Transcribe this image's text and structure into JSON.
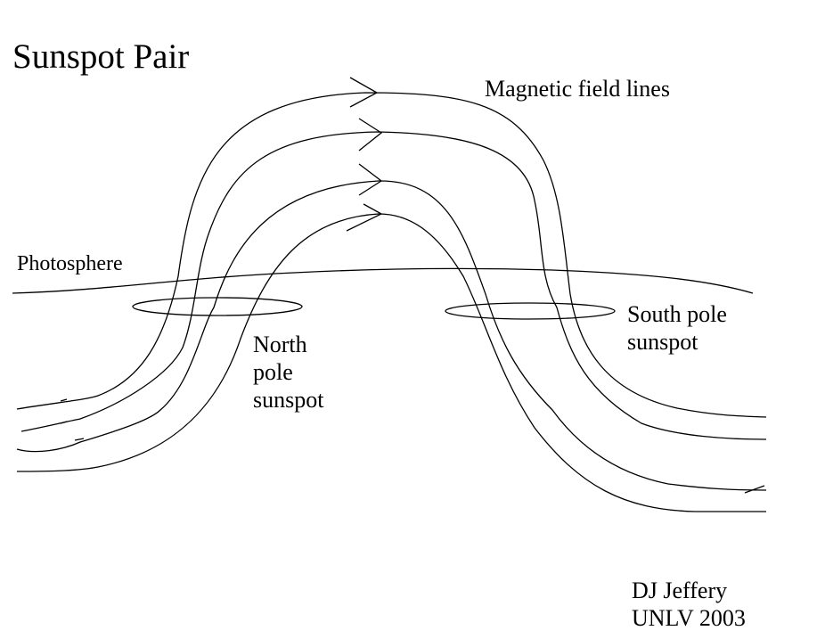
{
  "title": "Sunspot Pair",
  "labels": {
    "field_lines": "Magnetic field lines",
    "photosphere": "Photosphere",
    "north_spot": [
      "North",
      "pole",
      "sunspot"
    ],
    "south_spot": [
      "South pole",
      "sunspot"
    ]
  },
  "credit": {
    "author": "DJ Jeffery",
    "affiliation": "UNLV 2003"
  },
  "diagram": {
    "field_line_count": 4,
    "field_direction": "left-to-right (north pole to south pole)",
    "sunspots": [
      "north pole sunspot",
      "south pole sunspot"
    ],
    "stroke_color": "#000000",
    "background_color": "#ffffff"
  }
}
